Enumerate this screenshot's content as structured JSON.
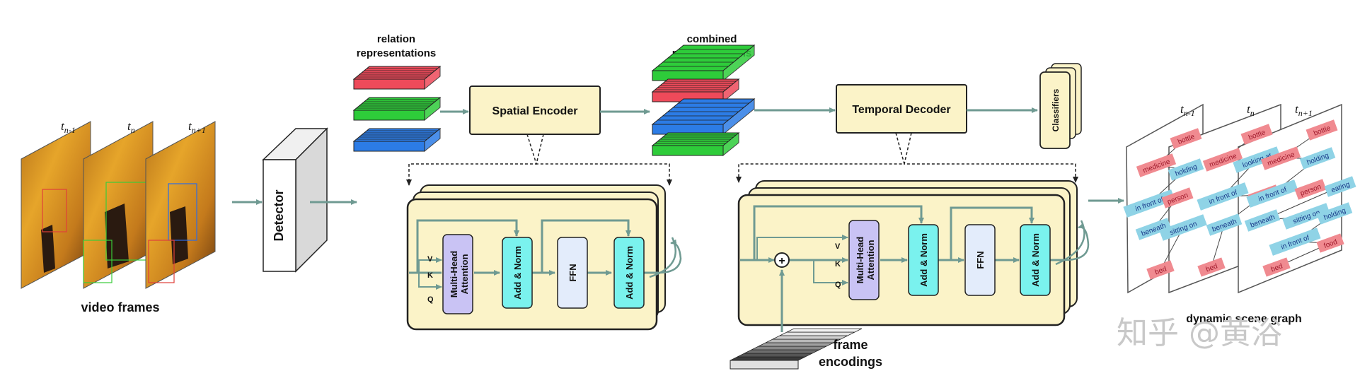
{
  "labels": {
    "frame_t_prev": "t",
    "frame_t_prev_sub": "n-1",
    "frame_t": "t",
    "frame_t_sub": "n",
    "frame_t_next": "t",
    "frame_t_next_sub": "n+1",
    "video_frames": "video frames",
    "detector": "Detector",
    "relation_representations_1": "relation",
    "relation_representations_2": "representations",
    "combined_representations_1": "combined",
    "combined_representations_2": "representations",
    "spatial_encoder": "Spatial Encoder",
    "temporal_decoder": "Temporal Decoder",
    "classifiers": "Classifiers",
    "multi_head_1": "Multi-Head",
    "multi_head_2": "Attention",
    "add_norm": "Add & Norm",
    "ffn": "FFN",
    "v": "V",
    "k": "K",
    "q": "Q",
    "plus": "+",
    "frame_encodings_1": "frame",
    "frame_encodings_2": "encodings",
    "dynamic_scene_graph": "dynamic scene graph",
    "graph_t_prev": "t",
    "graph_t_prev_sub": "n-1",
    "graph_t": "t",
    "graph_t_sub": "n",
    "graph_t_next": "t",
    "graph_t_next_sub": "n+1",
    "watermark": "知乎 @黄浴"
  },
  "graph_nodes": {
    "g1": [
      "bottle",
      "medicine",
      "holding",
      "in front of",
      "person",
      "beneath",
      "sitting on",
      "bed"
    ],
    "g2": [
      "bottle",
      "medicine",
      "looking at",
      "in front of",
      "person",
      "beneath",
      "bed"
    ],
    "g3": [
      "bottle",
      "medicine",
      "holding",
      "in front of",
      "person",
      "eating",
      "beneath",
      "sitting on",
      "holding",
      "in front of",
      "food",
      "bed"
    ]
  },
  "colors": {
    "accent_line": "#6f9a92",
    "box_fill": "#fbf3c8",
    "add_norm_fill": "#7af2ee",
    "attention_fill": "#c9c3f4",
    "ffn_fill": "#e3ecfb",
    "relation_red": "#ee4a5a",
    "relation_green": "#2ecc3a",
    "relation_blue": "#2c7ce6"
  }
}
